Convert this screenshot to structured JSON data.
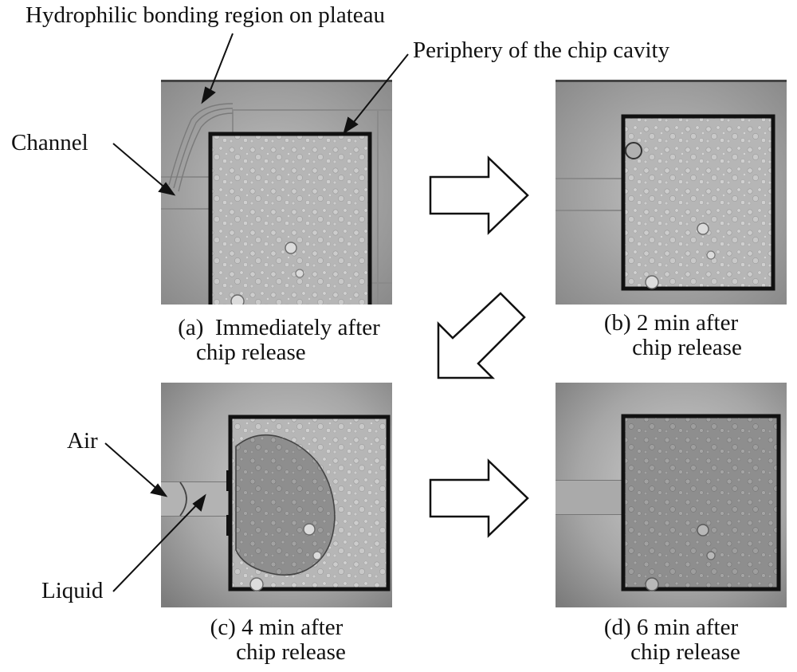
{
  "annotations": {
    "hydrophilic": "Hydrophilic bonding region on plateau",
    "periphery": "Periphery of the chip cavity",
    "channel": "Channel",
    "air": "Air",
    "liquid": "Liquid"
  },
  "panels": {
    "a": {
      "caption_line1": "(a)  Immediately after",
      "caption_line2": "chip release"
    },
    "b": {
      "caption_line1": "(b) 2 min after",
      "caption_line2": "chip release"
    },
    "c": {
      "caption_line1": "(c) 4 min after",
      "caption_line2": "chip release"
    },
    "d": {
      "caption_line1": "(d) 6 min after",
      "caption_line2": "chip release"
    }
  },
  "colors": {
    "background_gray": "#a6a6a6",
    "chip_fill": "#b4b4b4",
    "chip_border": "#111111",
    "bubble_fill": "#8f8f8f",
    "arrow_fill": "#ffffff",
    "arrow_stroke": "#111111"
  }
}
